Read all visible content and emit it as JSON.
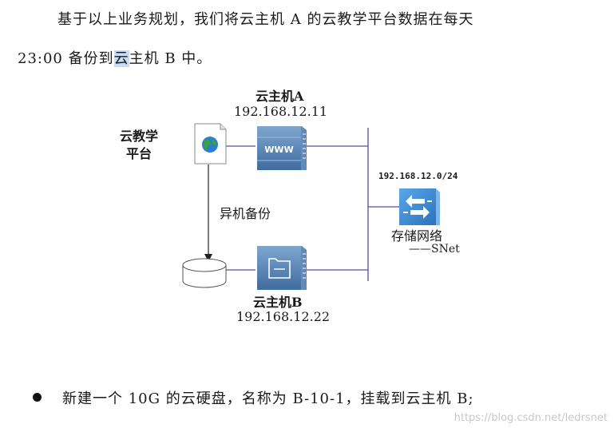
{
  "paragraph1": "基于以上业务规划，我们将云主机 A 的云教学平台数据在每天",
  "paragraph2": {
    "before": "23:00 备份到",
    "highlight": "云",
    "after": "主机 B 中。"
  },
  "diagram": {
    "host_a": {
      "name": "云主机A",
      "ip": "192.168.12.11",
      "icon_text": "WWW"
    },
    "host_b": {
      "name": "云主机B",
      "ip": "192.168.12.22"
    },
    "platform_label": [
      "云教学",
      "平台"
    ],
    "backup_label": "异机备份",
    "subnet": "192.168.12.0/24",
    "storage_label": "存储网络",
    "snet_label": "——SNet",
    "icons": [
      "web-document-icon",
      "server-www-icon",
      "server-folder-icon",
      "disk-storage-icon",
      "network-switch-icon"
    ],
    "colors": {
      "server": "#4f7fb2",
      "switch": "#3d8fd6",
      "line": "#5a4aa0"
    }
  },
  "bullet_text": "新建一个 10G 的云硬盘，名称为 B-10-1，挂载到云主机 B;",
  "watermark": "https://blog.csdn.net/ledrsnet"
}
